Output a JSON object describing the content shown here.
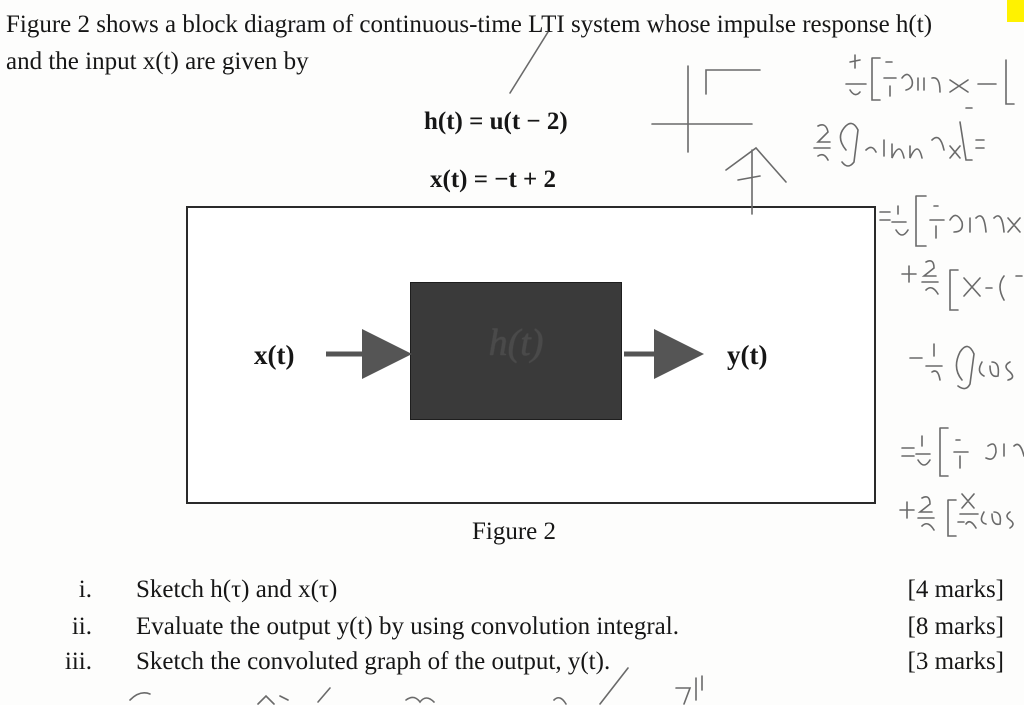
{
  "intro": {
    "line1": "Figure 2 shows a block diagram of continuous-time LTI system whose impulse response h(t)",
    "line2": "and the input x(t) are given by"
  },
  "equations": {
    "h": "h(t) = u(t − 2)",
    "x": "x(t) =  −t + 2"
  },
  "diagram": {
    "input_label": "x(t)",
    "block_label": "h(t)",
    "output_label": "y(t)",
    "caption": "Figure 2"
  },
  "questions": [
    {
      "num": "i.",
      "text": "Sketch h(τ) and x(τ)",
      "marks": "[4 marks]"
    },
    {
      "num": "ii.",
      "text": "Evaluate the output y(t) by using convolution integral.",
      "marks": "[8 marks]"
    },
    {
      "num": "iii.",
      "text": "Sketch the convoluted graph of the output, y(t).",
      "marks": "[3 marks]"
    }
  ],
  "colors": {
    "highlight": "#fff200",
    "pencil": "#6a6a6a",
    "block_fill": "#3a3a3a"
  }
}
